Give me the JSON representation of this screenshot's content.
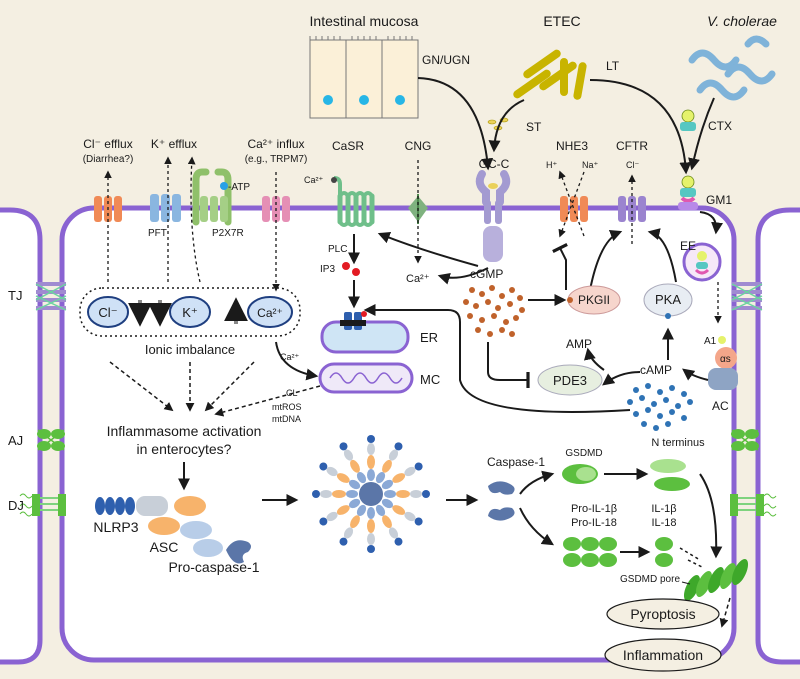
{
  "labels": {
    "intestinal_mucosa": "Intestinal mucosa",
    "etec": "ETEC",
    "v_cholerae": "V. cholerae",
    "gn_ugn": "GN/UGN",
    "lt": "LT",
    "st": "ST",
    "ctx": "CTX",
    "gm1": "GM1",
    "gc_c": "GC-C",
    "nhe3": "NHE3",
    "cftr": "CFTR",
    "h_plus": "H⁺",
    "na_plus": "Na⁺",
    "cl_minus_small": "Cl⁻",
    "cl_efflux": "Cl⁻ efflux",
    "diarrhea": "(Diarrhea?)",
    "k_efflux": "K⁺ efflux",
    "ca_influx": "Ca²⁺ influx",
    "trpm7": "(e.g., TRPM7)",
    "atp": "-ATP",
    "pft": "PFT",
    "p2x7r": "P2X7R",
    "casr": "CaSR",
    "ca2_casr": "Ca²⁺",
    "cng": "CNG",
    "plc": "PLC",
    "ip3": "IP3",
    "ca2_cng": "Ca²⁺",
    "cgmp": "cGMP",
    "pkgii": "PKGII",
    "pka": "PKA",
    "amp": "AMP",
    "camp": "cAMP",
    "pde3": "PDE3",
    "ee": "EE",
    "a1": "A1",
    "alpha_s": "αs",
    "ac": "AC",
    "tj": "TJ",
    "aj": "AJ",
    "dj": "DJ",
    "ion_cl": "Cl⁻",
    "ion_k": "K⁺",
    "ion_ca": "Ca²⁺",
    "ionic_imbalance": "Ionic imbalance",
    "er": "ER",
    "mc": "MC",
    "ca2_mc": "Ca²⁺",
    "cl": "CL",
    "mtros": "mtROS",
    "mtdna": "mtDNA",
    "inflammasome_1": "Inflammasome activation",
    "inflammasome_2": "in enterocytes?",
    "nlrp3": "NLRP3",
    "asc": "ASC",
    "pro_caspase": "Pro-caspase-1",
    "caspase1": "Caspase-1",
    "gsdmd": "GSDMD",
    "n_terminus": "N terminus",
    "pro_il1b": "Pro-IL-1β",
    "pro_il18": "Pro-IL-18",
    "il1b": "IL-1β",
    "il18": "IL-18",
    "gsdmd_pore": "GSDMD pore",
    "pyroptosis": "Pyroptosis",
    "inflammation": "Inflammation"
  },
  "colors": {
    "background": "#f4efe2",
    "membrane": "#8a63d2",
    "cell_fill": "#ffffff",
    "arrow": "#1a1a1a",
    "cgmp_dots": "#c0622b",
    "camp_dots": "#2f73b5",
    "ip3_dots": "#e31b23",
    "toxin_etec": "#c8b400",
    "toxin_vc": "#7fb3d9",
    "green_protein": "#5cbf3f",
    "blue_protein": "#8ba9d6",
    "orange_protein": "#f7b36b",
    "pink_channel": "#e58fb5",
    "orange_channel": "#f08a56"
  }
}
